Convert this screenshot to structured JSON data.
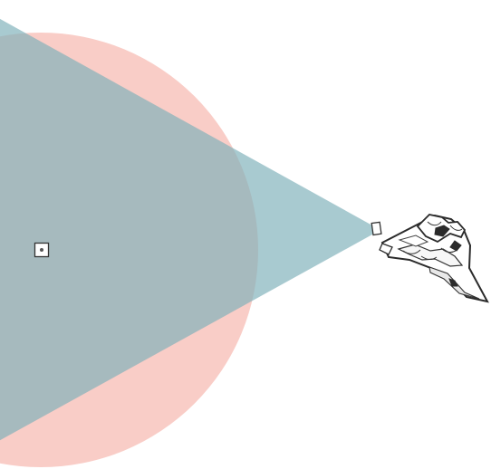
{
  "colors": {
    "background": "#ffffff",
    "range_circle": "#f4a89f",
    "sight_cone": "#7fb1ba",
    "overlap": "#b98f8a",
    "outline": "#2b2b2b"
  },
  "scene": {
    "range_circle_opacity": 0.58,
    "sight_cone_opacity": 0.68,
    "icons": [
      "range-circle",
      "sight-cone",
      "center-handle",
      "rotate-handle",
      "unit-sprite"
    ]
  }
}
